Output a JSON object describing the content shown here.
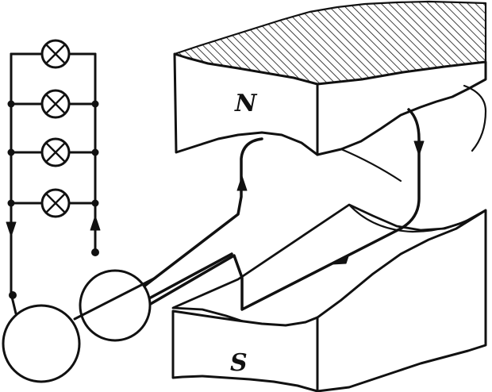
{
  "diagram": {
    "north_pole_label": "N",
    "south_pole_label": "S",
    "lamp_count": 4,
    "colors": {
      "ink": "#111111",
      "paper": "#ffffff"
    },
    "icons": {
      "lamp": "lamp-cross-circle-icon",
      "current_arrow": "arrowhead-icon",
      "slip_ring": "slip-ring-circle"
    }
  }
}
